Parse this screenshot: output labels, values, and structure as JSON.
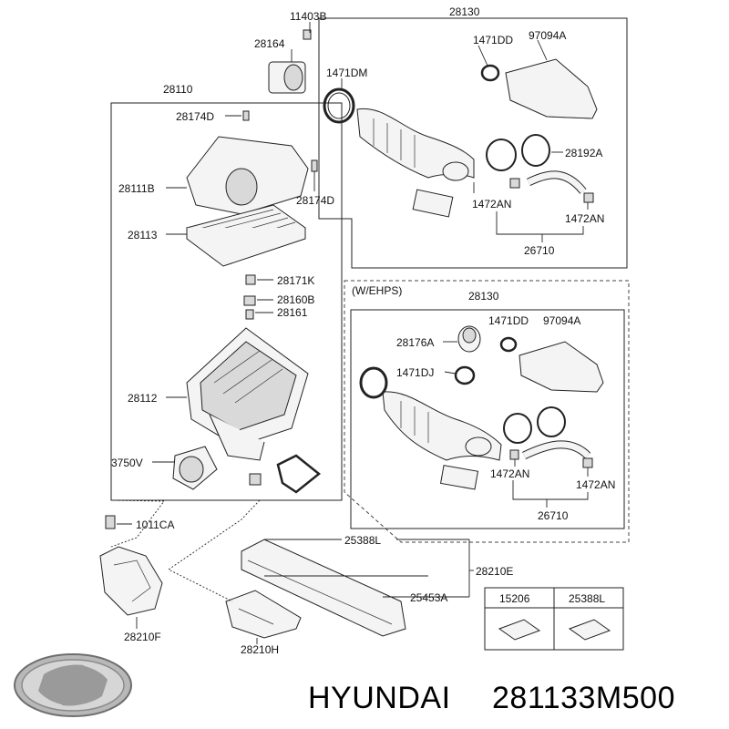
{
  "brand": {
    "name": "HYUNDAI",
    "part_number": "281133M500",
    "logo_icon": "hyundai-logo-icon"
  },
  "section_label": "(W/EHPS)",
  "labels": {
    "p11403B": "11403B",
    "p28130a": "28130",
    "p28164": "28164",
    "p1471DD_a": "1471DD",
    "p97094A_a": "97094A",
    "p1471DM": "1471DM",
    "p28110": "28110",
    "p28174D_a": "28174D",
    "p28192A": "28192A",
    "p28111B": "28111B",
    "p28174D_b": "28174D",
    "p1472AN_a": "1472AN",
    "p1472AN_b": "1472AN",
    "p28113": "28113",
    "p26710_a": "26710",
    "p28171K": "28171K",
    "p28160B": "28160B",
    "p28161": "28161",
    "p28130b": "28130",
    "p1471DD_b": "1471DD",
    "p97094A_b": "97094A",
    "p28176A": "28176A",
    "p1471DJ": "1471DJ",
    "p28112": "28112",
    "p1472AN_c": "1472AN",
    "p1472AN_d": "1472AN",
    "p3750V": "3750V",
    "p26710_b": "26710",
    "p1011CA": "1011CA",
    "p25388L_a": "25388L",
    "p28210E": "28210E",
    "p25453A": "25453A",
    "p28210F": "28210F",
    "p28210H": "28210H"
  },
  "legend_table": {
    "col1": "15206",
    "col2": "25388L"
  }
}
